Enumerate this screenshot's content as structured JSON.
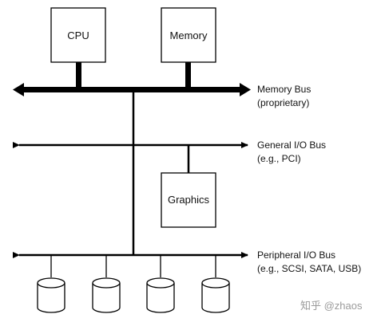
{
  "components": {
    "cpu": "CPU",
    "memory": "Memory",
    "graphics": "Graphics"
  },
  "buses": {
    "memory_bus": {
      "name": "Memory Bus",
      "detail": "(proprietary)"
    },
    "general_io_bus": {
      "name": "General I/O Bus",
      "detail": "(e.g., PCI)"
    },
    "peripheral_io_bus": {
      "name": "Peripheral I/O Bus",
      "detail": "(e.g., SCSI, SATA, USB)"
    }
  },
  "disks": [
    "disk",
    "disk",
    "disk",
    "disk"
  ],
  "watermark": "知乎 @zhaos",
  "colors": {
    "line": "#000000",
    "background": "#ffffff",
    "watermark": "#9a9a9a"
  }
}
